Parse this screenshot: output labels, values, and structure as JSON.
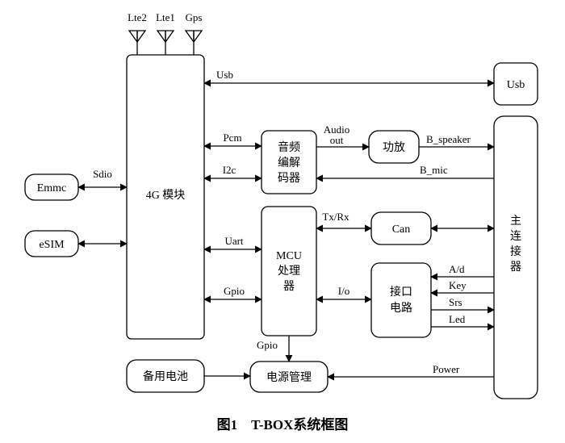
{
  "caption": "图1　T-BOX系统框图",
  "antennas": [
    "Lte2",
    "Lte1",
    "Gps"
  ],
  "blocks": {
    "module_4g": "4G 模块",
    "usb": "Usb",
    "emmc": "Emmc",
    "esim": "eSIM",
    "codec": [
      "音频",
      "编解",
      "码器"
    ],
    "amp": "功放",
    "mcu": [
      "MCU",
      "处理",
      "器"
    ],
    "can": "Can",
    "interface": [
      "接口",
      "电路"
    ],
    "main_connector": [
      "主",
      "连",
      "接",
      "器"
    ],
    "backup_battery": "备用电池",
    "power_mgmt": "电源管理"
  },
  "signals": {
    "usb": "Usb",
    "sdio": "Sdio",
    "pcm": "Pcm",
    "i2c": "I2c",
    "uart": "Uart",
    "gpio_4g": "Gpio",
    "audio_out": [
      "Audio",
      "out"
    ],
    "b_speaker": "B_speaker",
    "b_mic": "B_mic",
    "tx_rx": "Tx/Rx",
    "io": "I/o",
    "ad": "A/d",
    "key": "Key",
    "srs": "Srs",
    "led": "Led",
    "gpio_mcu": "Gpio",
    "power": "Power"
  }
}
